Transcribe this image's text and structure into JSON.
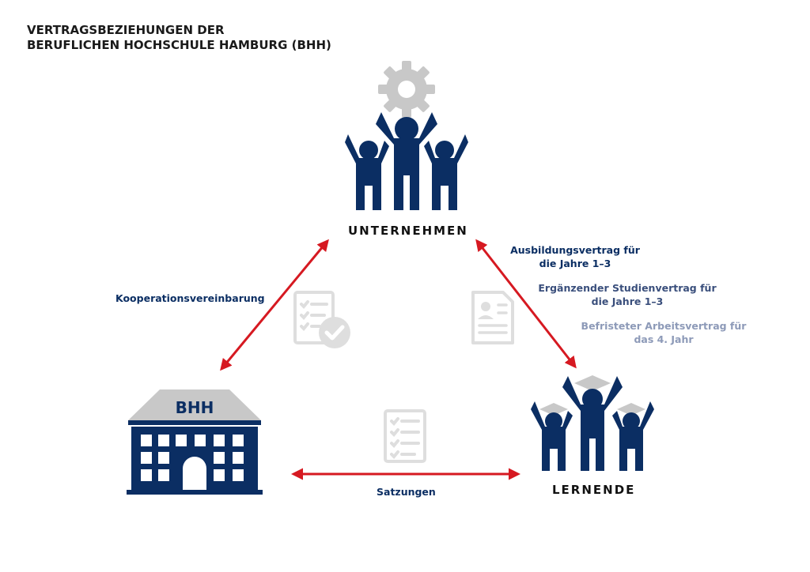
{
  "title": {
    "line1": "VERTRAGSBEZIEHUNGEN DER",
    "line2": "BERUFLICHEN HOCHSCHULE HAMBURG (BHH)"
  },
  "nodes": {
    "unternehmen": {
      "label": "UNTERNEHMEN",
      "icon": "company-group-gear-icon"
    },
    "bhh": {
      "label": "BHH",
      "icon": "school-building-icon"
    },
    "lernende": {
      "label": "LERNENDE",
      "icon": "graduates-group-icon"
    }
  },
  "relations": {
    "kooperation": {
      "label": "Kooperationsvereinbarung"
    },
    "satzungen": {
      "label": "Satzungen"
    },
    "vertraege": [
      {
        "line1": "Ausbildungsvertrag für",
        "line2": "die Jahre 1–3"
      },
      {
        "line1": "Ergänzender Studienvertrag für",
        "line2": "die Jahre 1–3"
      },
      {
        "line1": "Befristeter Arbeitsvertrag für",
        "line2": "das 4. Jahr"
      }
    ]
  },
  "colors": {
    "navy": "#0b2e63",
    "navy_mid": "#3a4f7c",
    "navy_light": "#8d9ab8",
    "arrow_red": "#d61921",
    "gray": "#c8c8c8",
    "doc_gray": "#dedede"
  }
}
